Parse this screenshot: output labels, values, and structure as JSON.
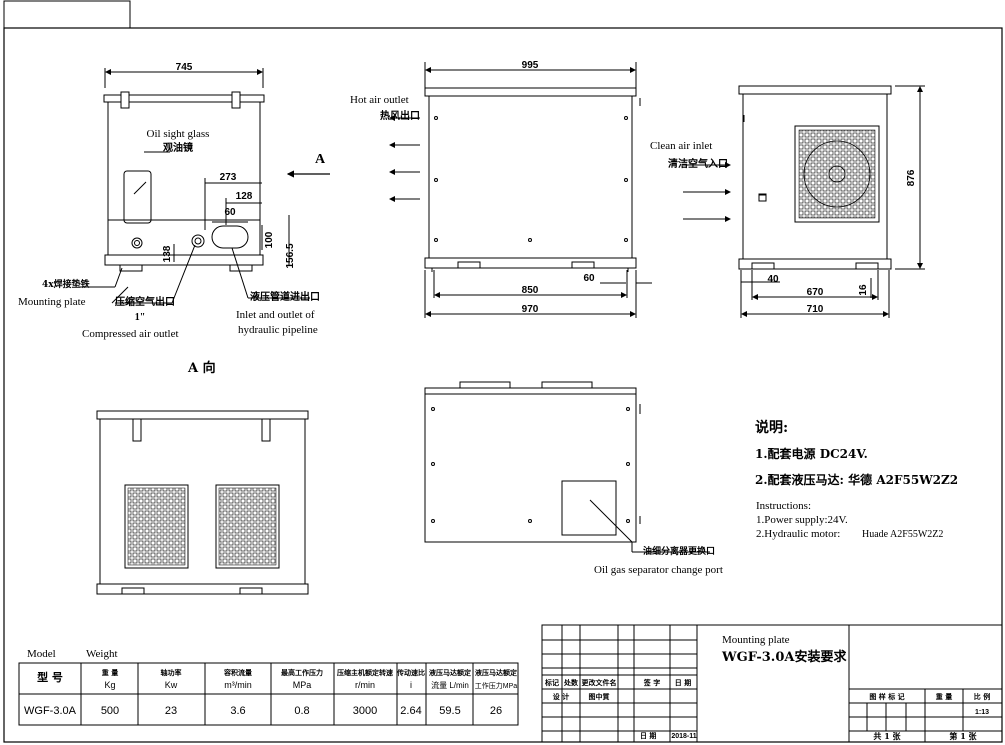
{
  "front_view": {
    "width_dim": "745",
    "oil_sight_glass_en": "Oil sight glass",
    "oil_sight_glass_cn": "观油镜",
    "dim_273": "273",
    "dim_128": "128",
    "dim_60": "60",
    "dim_100": "100",
    "dim_156_5": "156.5",
    "dim_138": "138",
    "view_arrow": "A",
    "bolts_cn": "4x焊接垫铁",
    "mounting_plate_en": "Mounting plate",
    "compressed_air_cn": "压缩空气出口",
    "compressed_air_size": "1\"",
    "compressed_air_en": "Compressed air outlet",
    "hydraulic_cn": "液压管道进出口",
    "hydraulic_en_1": "Inlet and outlet of",
    "hydraulic_en_2": "hydraulic pipeline"
  },
  "side_view": {
    "width_dim": "995",
    "hot_air_en": "Hot air outlet",
    "hot_air_cn": "热风出口",
    "dim_60": "60",
    "dim_850": "850",
    "dim_970": "970"
  },
  "right_view": {
    "clean_air_en": "Clean air inlet",
    "clean_air_cn": "清洁空气入口",
    "height_dim": "876",
    "dim_40": "40",
    "dim_670": "670",
    "dim_710": "710",
    "dim_16": "16"
  },
  "view_a": {
    "label": "A 向"
  },
  "top_view": {
    "oil_gas_cn": "油细分离器更换口",
    "oil_gas_en": "Oil gas separator change port"
  },
  "notes": {
    "title_cn": "说明:",
    "line1_cn": "1.配套电源 DC24V.",
    "line2_cn": "2.配套液压马达: 华德 A2F55W2Z2",
    "title_en": "Instructions:",
    "line1_en": "1.Power supply:24V.",
    "line2_en_a": "2.Hydraulic motor:",
    "line2_en_b": "Huade A2F55W2Z2"
  },
  "spec_table": {
    "model_en": "Model",
    "weight_en": "Weight",
    "headers": [
      {
        "cn": "型  号",
        "unit": ""
      },
      {
        "cn": "重  量",
        "unit": "Kg"
      },
      {
        "cn": "轴功率",
        "unit": "Kw"
      },
      {
        "cn": "容积流量",
        "unit": "m³/min"
      },
      {
        "cn": "最高工作压力",
        "unit": "MPa"
      },
      {
        "cn": "压缩主机额定转速",
        "unit": "r/min"
      },
      {
        "cn": "传动速比",
        "unit": "i"
      },
      {
        "cn": "液压马达额定",
        "unit": "流量 L/min"
      },
      {
        "cn": "液压马达额定",
        "unit": "工作压力MPa"
      }
    ],
    "row": [
      "WGF-3.0A",
      "500",
      "23",
      "3.6",
      "0.8",
      "3000",
      "2.64",
      "59.5",
      "26"
    ]
  },
  "title_block": {
    "title_en": "Mounting plate",
    "title_cn": "WGF-3.0A安装要求",
    "rev_labels": [
      "标记",
      "处数",
      "更改文件名",
      "签  字",
      "日 期"
    ],
    "design_labels": [
      "设 计",
      "图中質"
    ],
    "date_label": "日 期",
    "date_value": "2018-11",
    "right_headers": [
      "图 样 标 记",
      "重 量",
      "比 例"
    ],
    "scale": "1:13",
    "sheet_total": "共 1 张",
    "sheet_no": "第 1 张"
  }
}
